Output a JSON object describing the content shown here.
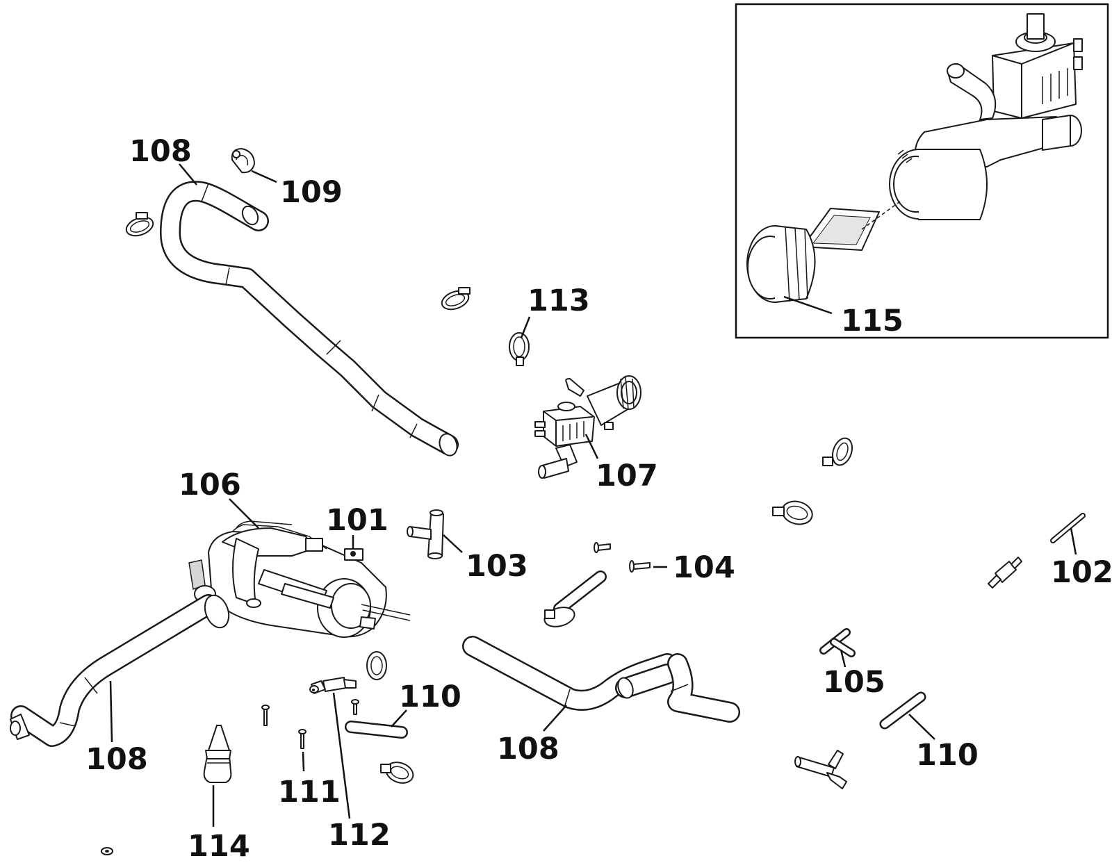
{
  "callouts": {
    "c101": "101",
    "c102": "102",
    "c103": "103",
    "c104": "104",
    "c105": "105",
    "c106": "106",
    "c107": "107",
    "c108_top": "108",
    "c108_left": "108",
    "c108_bottom": "108",
    "c109": "109",
    "c110_mid": "110",
    "c110_right": "110",
    "c111": "111",
    "c112": "112",
    "c113": "113",
    "c114": "114",
    "c115": "115"
  },
  "colors": {
    "line": "#1a1a1a",
    "background": "#ffffff",
    "shade": "#d6d6d6"
  }
}
